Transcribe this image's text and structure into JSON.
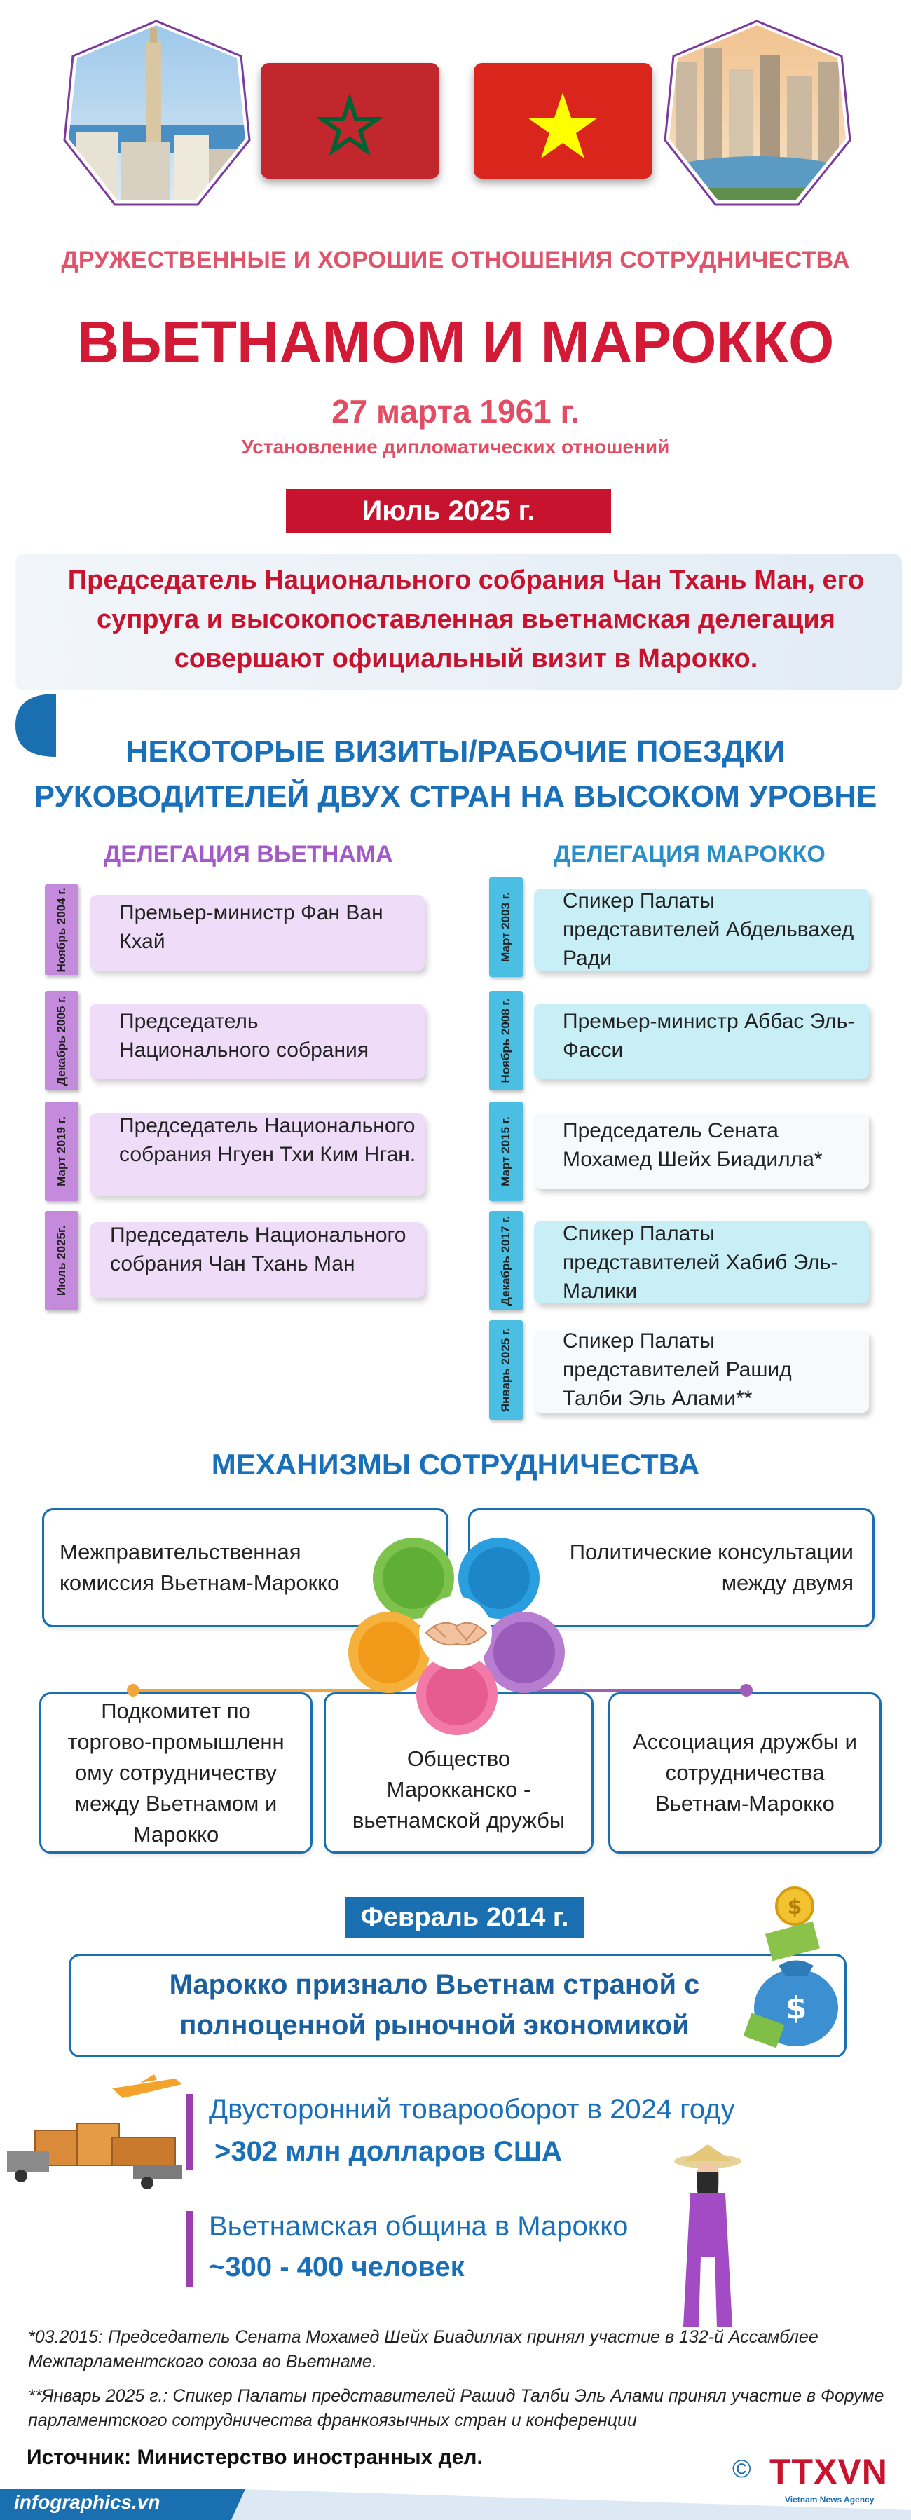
{
  "header": {
    "subtitle": "ДРУЖЕСТВЕННЫЕ И ХОРОШИЕ ОТНОШЕНИЯ СОТРУДНИЧЕСТВА",
    "title": "ВЬЕТНАМОМ И МАРОККО",
    "date": "27 марта 1961 г.",
    "date_caption": "Установление дипломатических отношений"
  },
  "july_visit": {
    "tag": "Июль 2025 г.",
    "text": "Председатель Национального собрания Чан Тхань Ман, его супруга и высокопоставленная вьетнамская делегация совершают официальный визит в Марокко."
  },
  "visits_section": {
    "title_line1": "НЕКОТОРЫЕ ВИЗИТЫ/РАБОЧИЕ ПОЕЗДКИ",
    "title_line2": "РУКОВОДИТЕЛЕЙ ДВУХ СТРАН НА ВЫСОКОМ УРОВНЕ",
    "vietnam": {
      "heading": "ДЕЛЕГАЦИЯ ВЬЕТНАМА",
      "entries": [
        {
          "date": "Ноябрь 2004 г.",
          "text": "Премьер-министр Фан Ван Кхай"
        },
        {
          "date": "Декабрь 2005 г.",
          "text": "Председатель Национального собрания"
        },
        {
          "date": "Март 2019 г.",
          "text": "Председатель Национального собрания Нгуен Тхи Ким Нган."
        },
        {
          "date": "Июль 2025г.",
          "text": "Председатель Национального собрания Чан Тхань Ман"
        }
      ]
    },
    "morocco": {
      "heading": "ДЕЛЕГАЦИЯ МАРОККО",
      "entries": [
        {
          "date": "Март 2003 г.",
          "text": "Спикер Палаты представителей Абдельвахед Ради"
        },
        {
          "date": "Ноябрь 2008 г.",
          "text": "Премьер-министр Аббас Эль-Фасси"
        },
        {
          "date": "Март 2015 г.",
          "text": "Председатель Сената Мохамед Шейх Биадилла*"
        },
        {
          "date": "Декабрь 2017 г.",
          "text": "Спикер Палаты представителей Хабиб Эль-Малики"
        },
        {
          "date": "Январь 2025 г.",
          "text": "Спикер Палаты представителей Рашид Талби Эль Алами**"
        }
      ]
    }
  },
  "mechanisms": {
    "title": "МЕХАНИЗМЫ СОТРУДНИЧЕСТВА",
    "items": [
      "Межправительственная комиссия Вьетнам-Марокко",
      "Политические консультации между двумя",
      "Подкомитет по торгово-промышленн ому сотрудничеству между Вьетнамом и Марокко",
      "Общество Марокканско - вьетнамской дружбы",
      "Ассоциация дружбы и сотрудничества Вьетнам-Марокко"
    ]
  },
  "february": {
    "tag": "Февраль 2014 г.",
    "text_line1": "Марокко признало Вьетнам страной с",
    "text_line2": "полноценной рыночной экономикой"
  },
  "stats": [
    {
      "label": "Двусторонний товарооборот в 2024 году",
      "value": ">302 млн долларов США"
    },
    {
      "label": "Вьетнамская община в Марокко",
      "value": "~300 - 400 человек"
    }
  ],
  "footnotes": [
    "*03.2015: Председатель Сената Мохамед Шейх Биадиллах принял участие в 132-й Ассамблее Межпарламентского союза во Вьетнаме.",
    "**Январь 2025 г.: Спикер Палаты представителей Рашид Талби Эль Алами принял участие в Форуме парламентского сотрудничества франкоязычных стран и конференции"
  ],
  "source": "Источник: Министерство иностранных дел.",
  "footer": {
    "site": "infographics.vn",
    "copyright": "©",
    "logo": "TTXVN",
    "logo_sub": "Vietnam News Agency"
  },
  "colors": {
    "red": "#c8132f",
    "blue": "#1a70b8",
    "purple": "#9b3fb0",
    "lilac_card": "#efdcf8",
    "cyan_card": "#c8eef6"
  }
}
